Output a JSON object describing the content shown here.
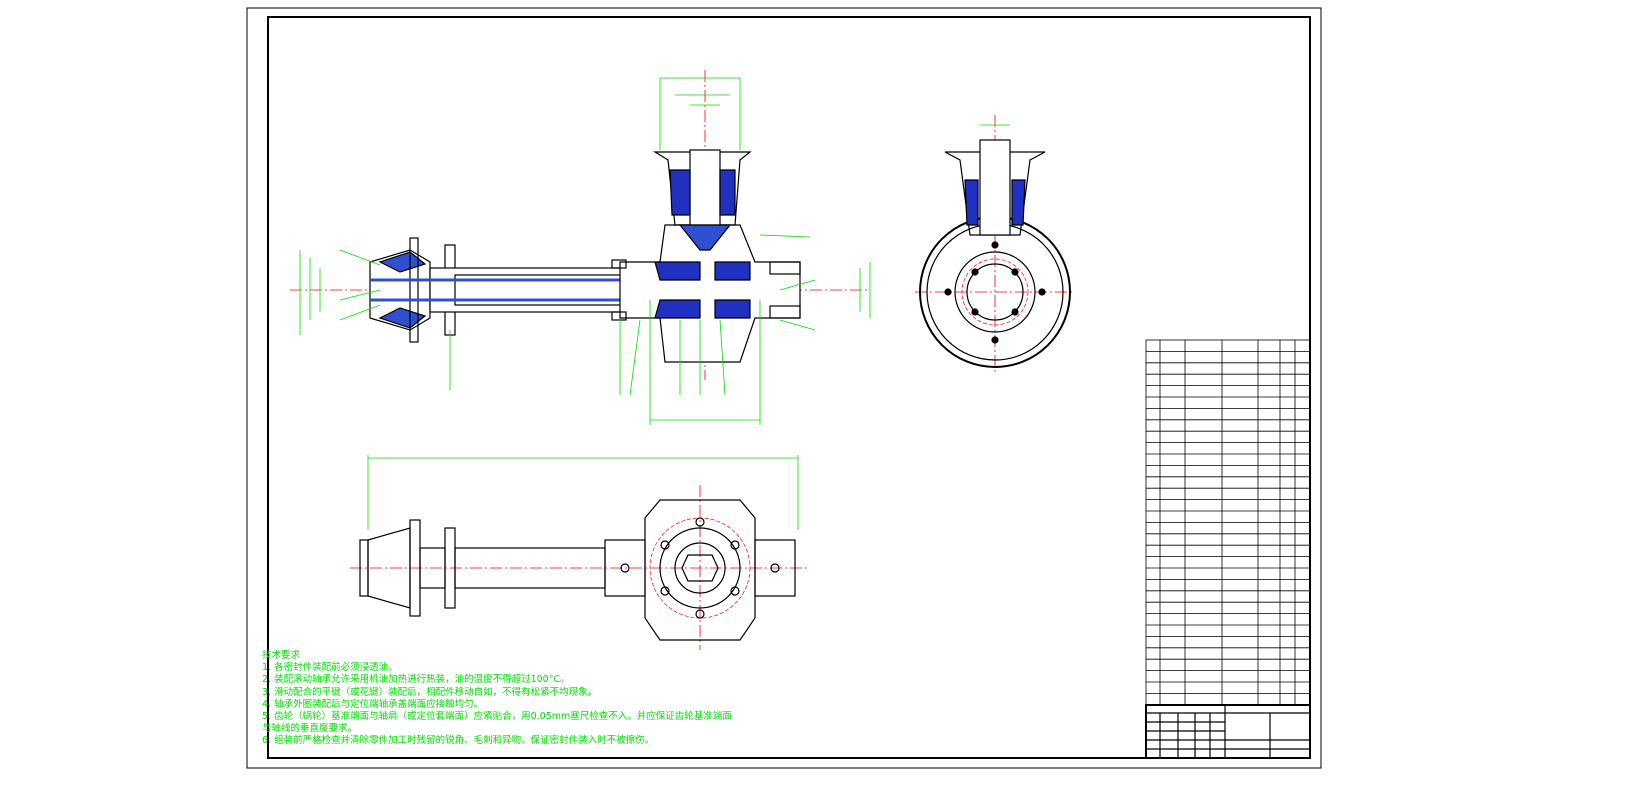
{
  "requirements": {
    "title": "技术要求",
    "lines": [
      "1. 各密封件装配前必须浸透油。",
      "2. 装配滚动轴承允许采用机油加热进行热装，油的温度不得超过100°C。",
      "3. 滑动配合的平键（或花键）装配后，相配件移动自如，不得有松紧不均现象。",
      "4. 轴承外圈装配后与定位端轴承盖端面应接触均匀。",
      "5. 齿轮（蜗轮）基准端面与轴肩（或定位套端面）应紧贴合，用0.05mm塞尺检查不入。并应保证齿轮基准端面",
      "与轴线的垂直度要求。",
      "6. 组装前严格检查并清除零件加工时残留的锐角、毛刺和异物。保证密封件装入时不被擦伤。"
    ]
  },
  "colors": {
    "line": "#000000",
    "dimension": "#00e000",
    "centerline": "#ff0000",
    "section": "#0000cc"
  }
}
